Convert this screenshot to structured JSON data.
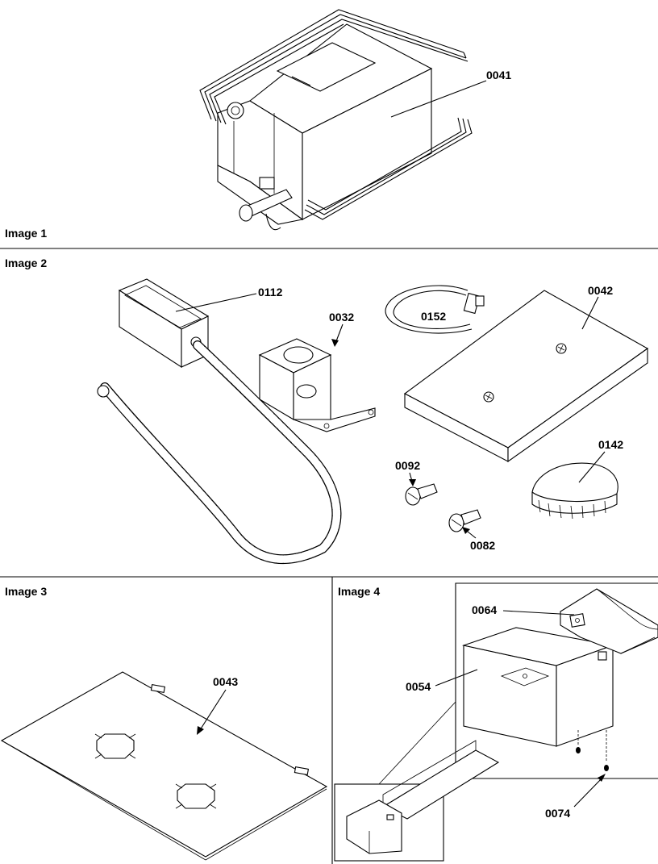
{
  "sections": [
    {
      "id": "image-1",
      "title": "Image 1"
    },
    {
      "id": "image-2",
      "title": "Image 2"
    },
    {
      "id": "image-3",
      "title": "Image 3"
    },
    {
      "id": "image-4",
      "title": "Image 4"
    }
  ],
  "callouts": {
    "p0041": "0041",
    "p0112": "0112",
    "p0032": "0032",
    "p0152": "0152",
    "p0042": "0042",
    "p0092": "0092",
    "p0142": "0142",
    "p0082": "0082",
    "p0043": "0043",
    "p0064": "0064",
    "p0054": "0054",
    "p0074": "0074"
  }
}
